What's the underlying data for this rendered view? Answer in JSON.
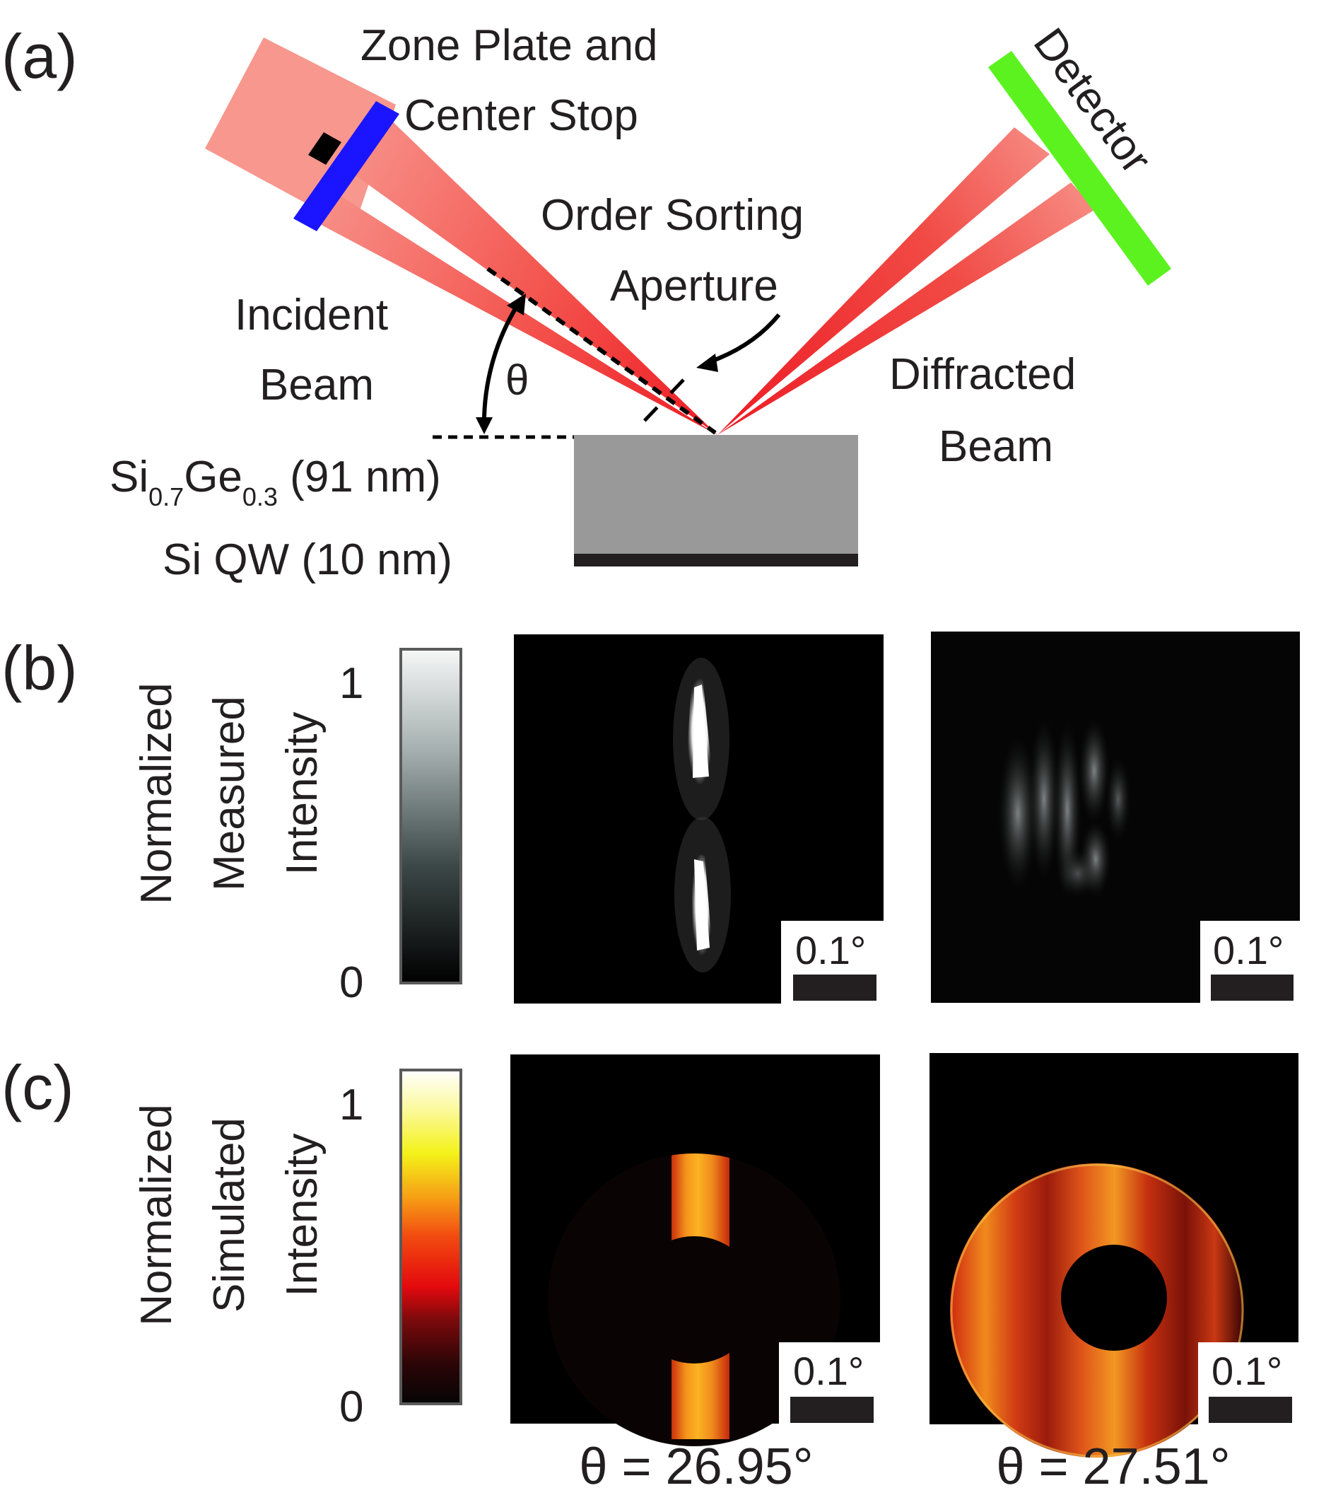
{
  "panel_a": {
    "label": "(a)",
    "zone_plate_line1": "Zone Plate and",
    "zone_plate_line2": "Center Stop",
    "osa_line1": "Order Sorting",
    "osa_line2": "Aperture",
    "incident_line1": "Incident",
    "incident_line2": "Beam",
    "theta": "θ",
    "detector": "Detector",
    "diffracted_line1": "Diffracted",
    "diffracted_line2": "Beam",
    "layer1_base1": "Si",
    "layer1_sub1": "0.7",
    "layer1_base2": "Ge",
    "layer1_sub2": "0.3",
    "layer1_suffix": " (91 nm)",
    "layer2": "Si QW (10 nm)"
  },
  "panel_b": {
    "label": "(b)",
    "ylabel_line1": "Normalized",
    "ylabel_line2": "Measured",
    "ylabel_line3": "Intensity",
    "cbar_max": "1",
    "cbar_min": "0",
    "scalebar_left": "0.1°",
    "scalebar_right": "0.1°"
  },
  "panel_c": {
    "label": "(c)",
    "ylabel_line1": "Normalized",
    "ylabel_line2": "Simulated",
    "ylabel_line3": "Intensity",
    "cbar_max": "1",
    "cbar_min": "0",
    "scalebar_left": "0.1°",
    "scalebar_right": "0.1°"
  },
  "captions": {
    "left": "θ = 26.95°",
    "right": "θ = 27.51°"
  },
  "colors": {
    "beam_pale": "#f7978e",
    "beam_red": "#ed1c24",
    "zone_plate": "#1b14ff",
    "detector": "#5cf21f",
    "sige_layer": "#999999",
    "si_qw_layer": "#231f20"
  }
}
